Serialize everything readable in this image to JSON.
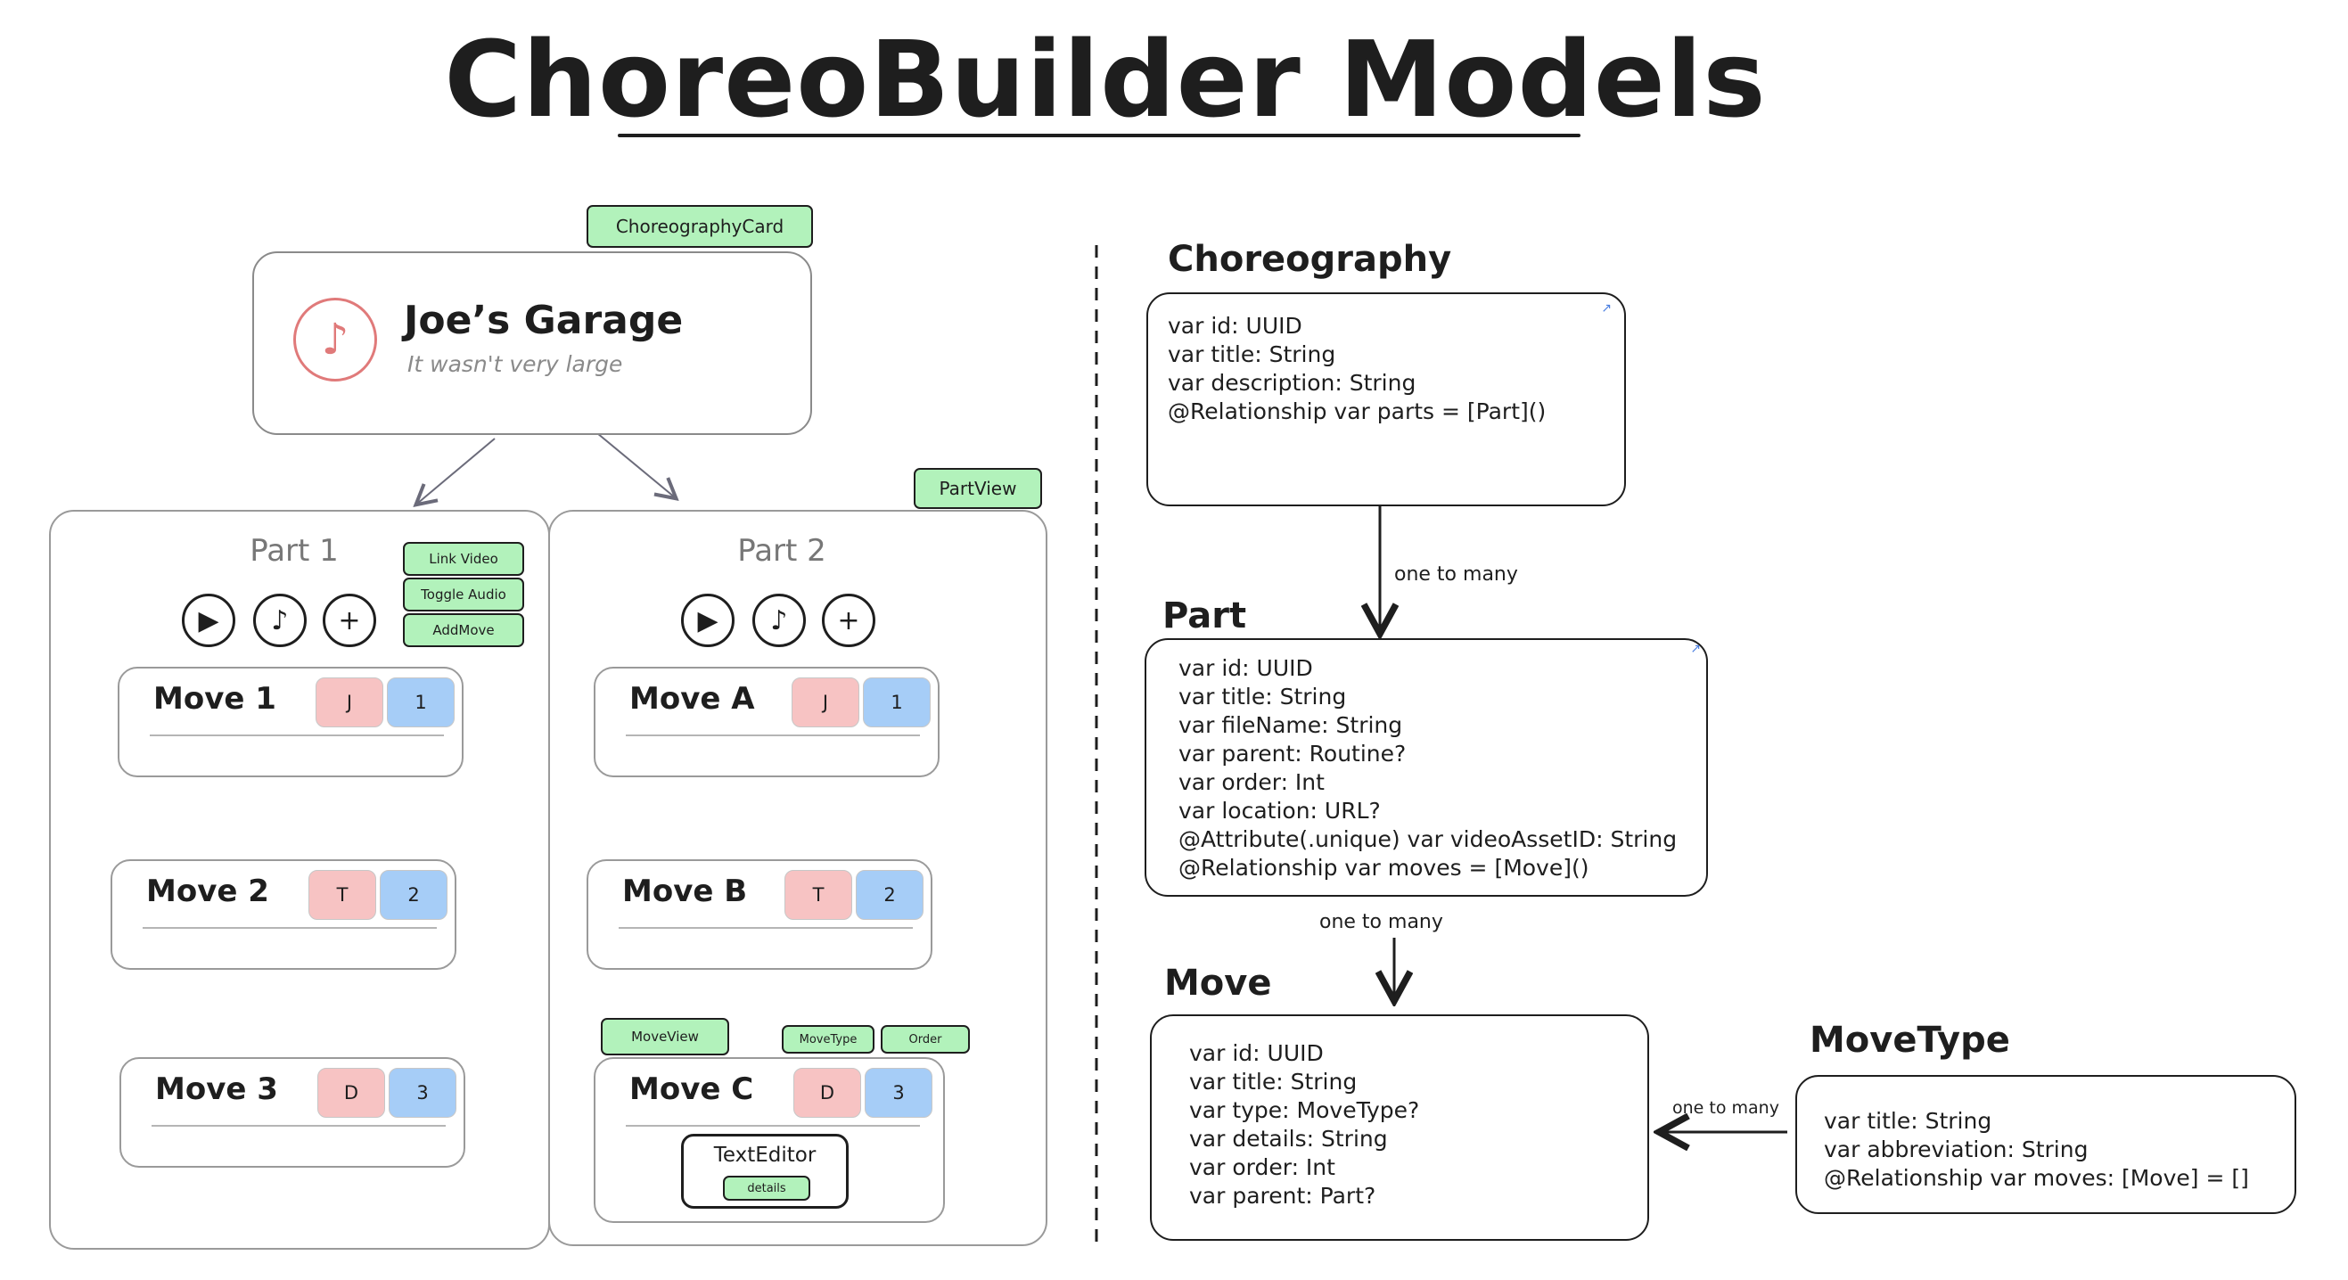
{
  "title": "ChoreoBuilder Models",
  "ui_sketch": {
    "card_tag": "ChoreographyCard",
    "card": {
      "title": "Joe’s Garage",
      "subtitle": "It wasn't very large"
    },
    "partview_tag": "PartView",
    "parts": [
      {
        "title": "Part 1",
        "buttons": [
          "Link Video",
          "Toggle Audio",
          "AddMove"
        ],
        "moves": [
          {
            "title": "Move 1",
            "type": "J",
            "order": "1"
          },
          {
            "title": "Move 2",
            "type": "T",
            "order": "2"
          },
          {
            "title": "Move 3",
            "type": "D",
            "order": "3"
          }
        ]
      },
      {
        "title": "Part 2",
        "moves": [
          {
            "title": "Move A",
            "type": "J",
            "order": "1"
          },
          {
            "title": "Move B",
            "type": "T",
            "order": "2"
          },
          {
            "title": "Move C",
            "type": "D",
            "order": "3"
          }
        ]
      }
    ],
    "moveview_tags": {
      "moveview": "MoveView",
      "movetype": "MoveType",
      "order": "Order"
    },
    "text_editor": {
      "label": "TextEditor",
      "details": "details"
    }
  },
  "models": [
    {
      "name": "Choreography",
      "fields": [
        "var id: UUID",
        "var title: String",
        "var description: String",
        "@Relationship var parts = [Part]()"
      ]
    },
    {
      "name": "Part",
      "fields": [
        "var id: UUID",
        "var title: String",
        "var fileName: String",
        "var parent: Routine?",
        "var order: Int",
        "var location: URL?",
        "@Attribute(.unique) var videoAssetID: String",
        "@Relationship var moves = [Move]()"
      ]
    },
    {
      "name": "Move",
      "fields": [
        "var id: UUID",
        "var title: String",
        "var type: MoveType?",
        "var details: String",
        "var order: Int",
        "var parent: Part?"
      ]
    },
    {
      "name": "MoveType",
      "fields": [
        "var title: String",
        "var abbreviation: String",
        "@Relationship var moves: [Move] = []"
      ]
    }
  ],
  "relations": [
    "one to many",
    "one to many",
    "one to many"
  ],
  "icons": [
    "music-note-icon",
    "play-icon",
    "plus-icon",
    "external-link-icon"
  ]
}
